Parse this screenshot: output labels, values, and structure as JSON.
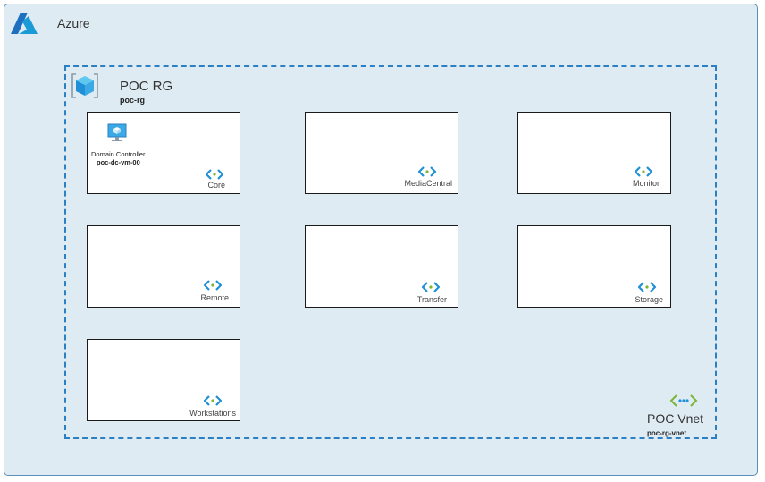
{
  "azure": {
    "title": "Azure"
  },
  "resource_group": {
    "title": "POC RG",
    "name": "poc-rg"
  },
  "vnet": {
    "title": "POC Vnet",
    "name": "poc-rg-vnet"
  },
  "vm": {
    "role": "Domain Controller",
    "hostname": "poc-dc-vm-00"
  },
  "subnets": [
    {
      "label": "Core"
    },
    {
      "label": "MediaCentral"
    },
    {
      "label": "Monitor"
    },
    {
      "label": "Remote"
    },
    {
      "label": "Transfer"
    },
    {
      "label": "Storage"
    },
    {
      "label": "Workstations"
    }
  ],
  "colors": {
    "azure_bg": "#deebf3",
    "azure_border": "#5a8fb8",
    "rg_border": "#2b7fc3",
    "vnet_icon": "#1f8fd6",
    "vnet_dots": "#7ab534"
  }
}
